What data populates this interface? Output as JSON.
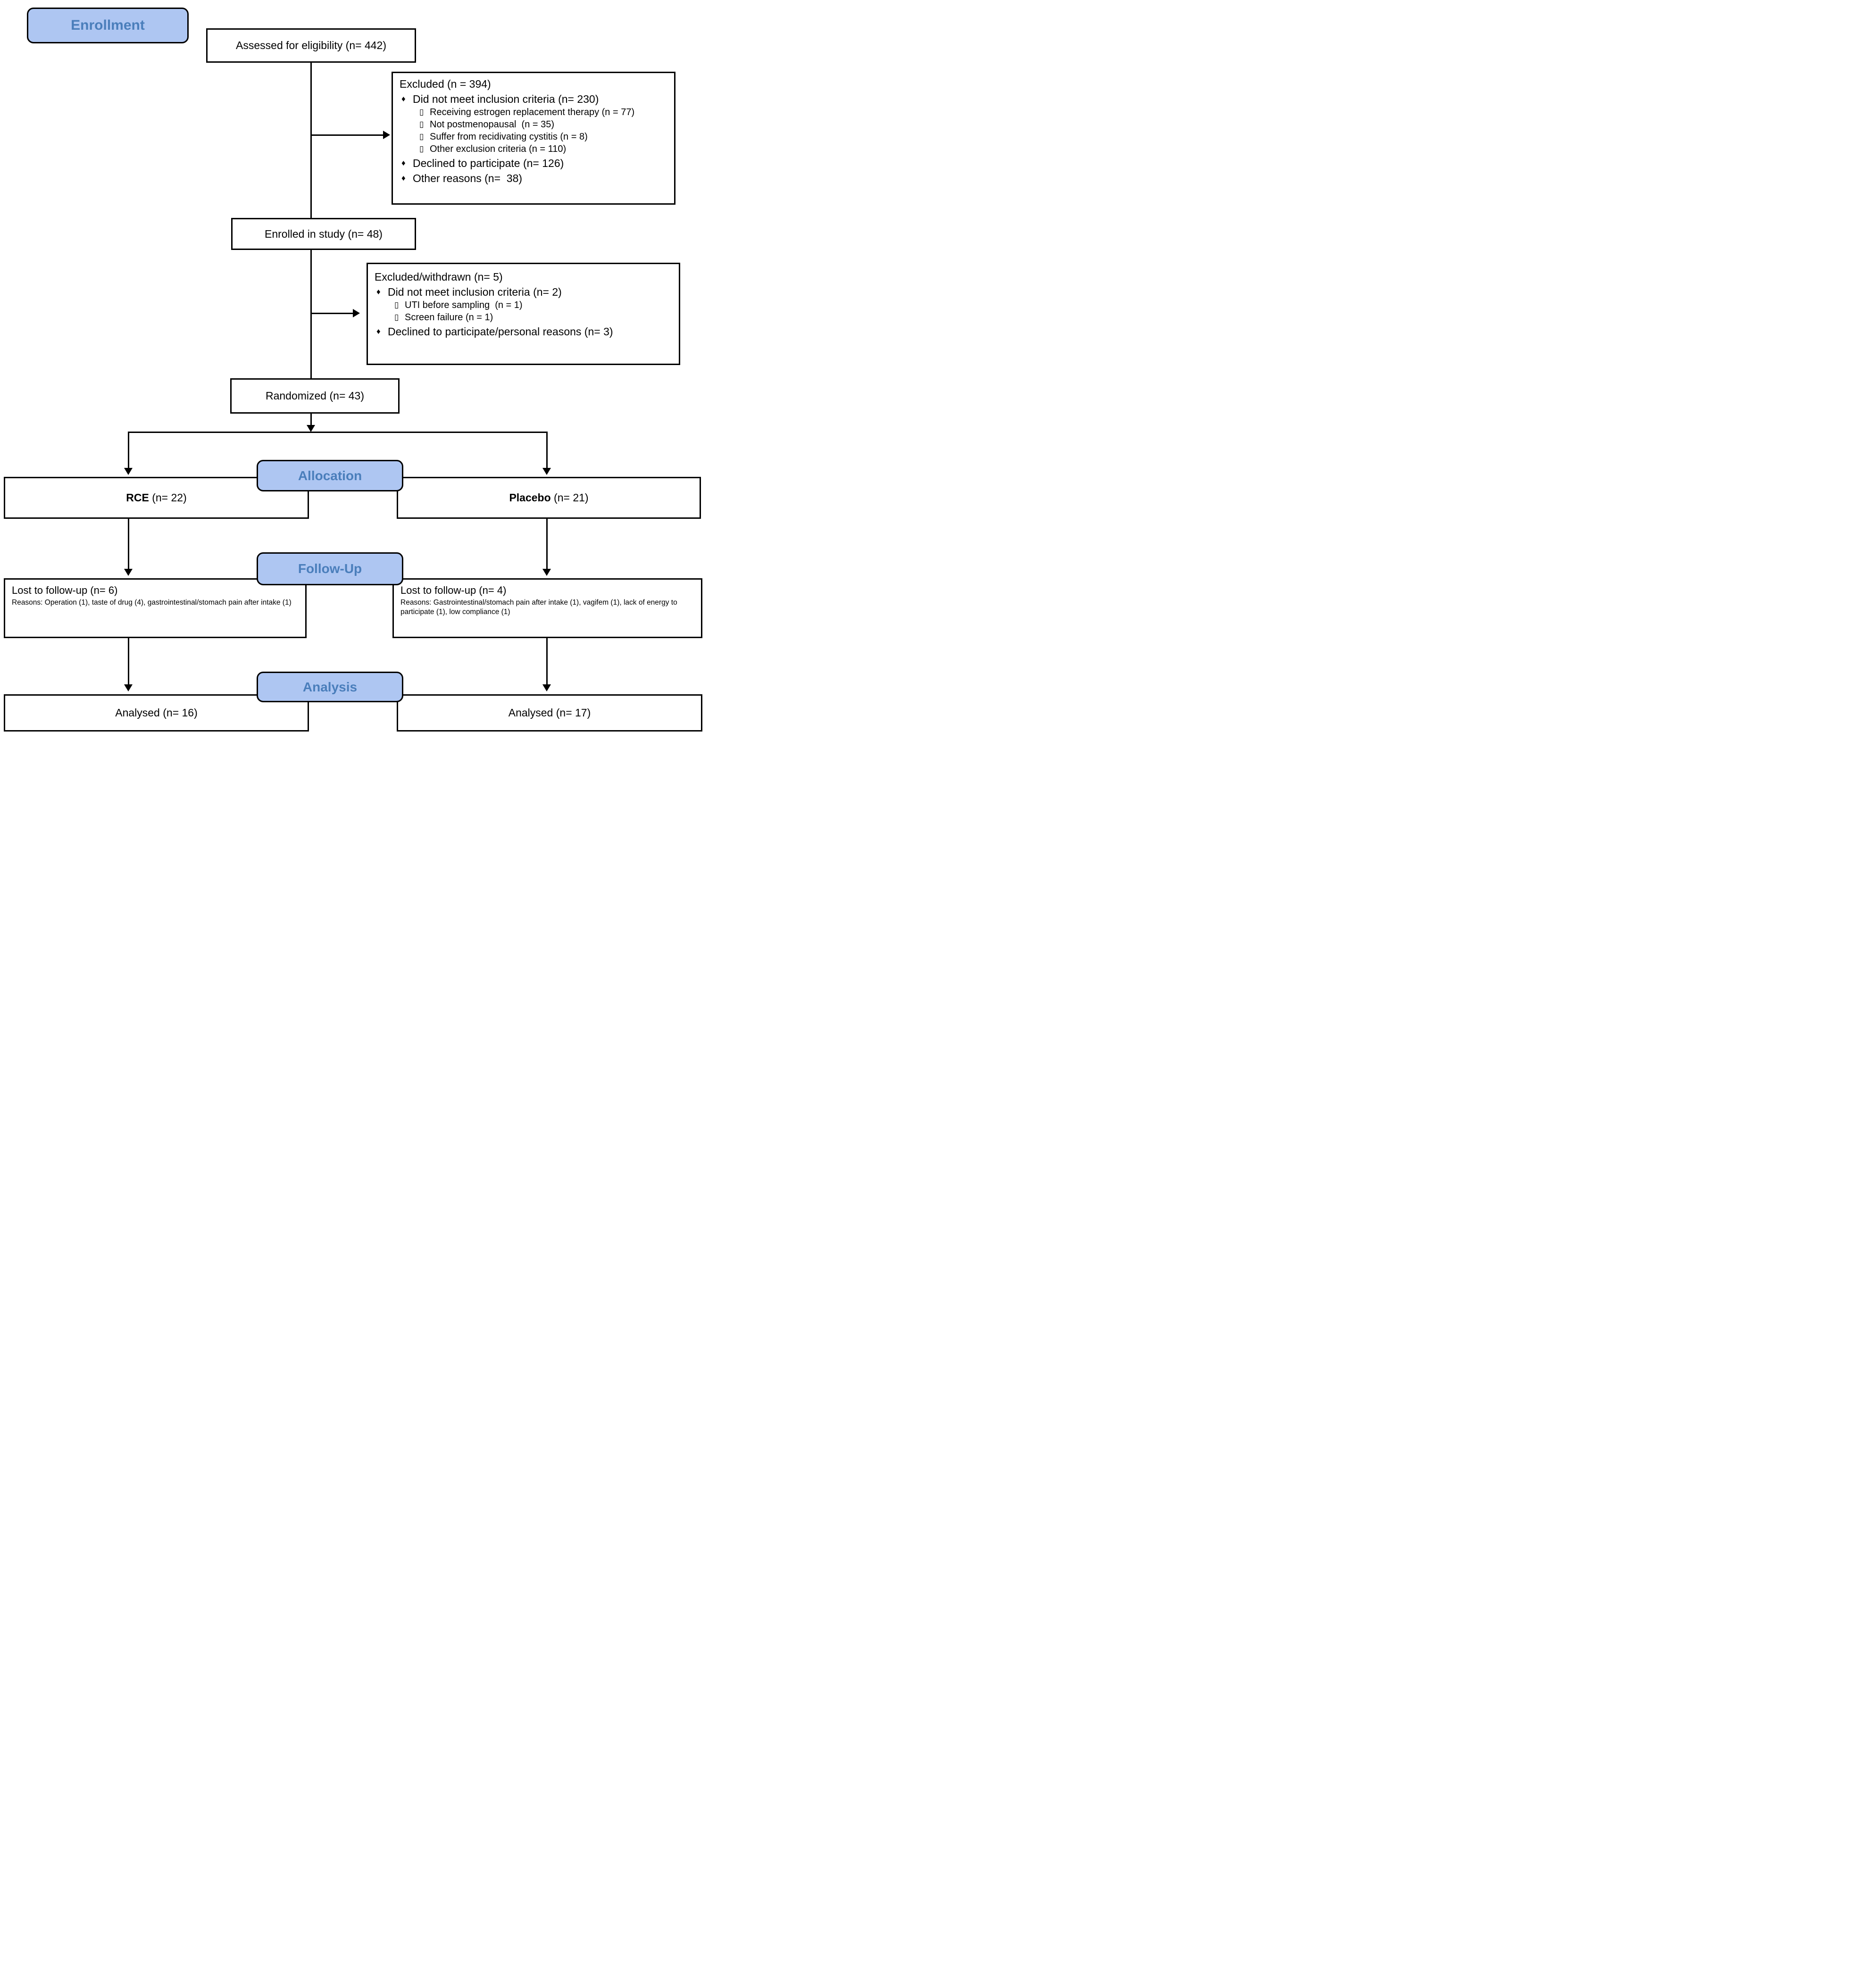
{
  "colors": {
    "stage_fill": "#aec6f2",
    "stage_text": "#4a7ebb",
    "line": "#000000",
    "box_border": "#000000",
    "background": "#ffffff"
  },
  "stages": {
    "enrollment": "Enrollment",
    "allocation": "Allocation",
    "followup": "Follow-Up",
    "analysis": "Analysis"
  },
  "flow": {
    "assessed": "Assessed for eligibility (n= 442)",
    "excluded_screening": {
      "title": "Excluded (n = 394)",
      "items": [
        {
          "bullet": "♦",
          "text": "Did not meet inclusion criteria (n= 230)"
        },
        {
          "bullet": "▯",
          "text": "Receiving estrogen replacement therapy (n = 77)"
        },
        {
          "bullet": "▯",
          "text": "Not postmenopausal  (n = 35)"
        },
        {
          "bullet": "▯",
          "text": "Suffer from recidivating cystitis (n = 8)"
        },
        {
          "bullet": "▯",
          "text": "Other exclusion criteria (n = 110)"
        },
        {
          "bullet": "♦",
          "text": "Declined to participate (n= 126)"
        },
        {
          "bullet": "♦",
          "text": "Other reasons (n=  38)"
        }
      ]
    },
    "enrolled": "Enrolled in study (n= 48)",
    "excluded_withdrawn": {
      "title": "Excluded/withdrawn (n= 5)",
      "items": [
        {
          "bullet": "♦",
          "text": "Did not meet inclusion criteria (n= 2)"
        },
        {
          "bullet": "▯",
          "text": "UTI before sampling  (n = 1)"
        },
        {
          "bullet": "▯",
          "text": "Screen failure (n = 1)"
        },
        {
          "bullet": "♦",
          "text": "Declined to participate/personal reasons (n= 3)"
        }
      ]
    },
    "randomized": "Randomized (n= 43)",
    "rce": {
      "name": "RCE",
      "n": " (n= 22)"
    },
    "placebo": {
      "name": "Placebo",
      "n": " (n= 21)"
    },
    "lost_rce": {
      "title": "Lost to follow-up (n= 6)",
      "reasons": "Reasons: Operation (1), taste of drug (4), gastrointestinal/stomach pain after intake (1)"
    },
    "lost_placebo": {
      "title": "Lost to follow-up (n= 4)",
      "reasons": "Reasons: Gastrointestinal/stomach pain after intake (1), vagifem (1), lack of energy to participate (1), low compliance (1)"
    },
    "analysed_rce": "Analysed (n= 16)",
    "analysed_placebo": "Analysed (n= 17)"
  }
}
